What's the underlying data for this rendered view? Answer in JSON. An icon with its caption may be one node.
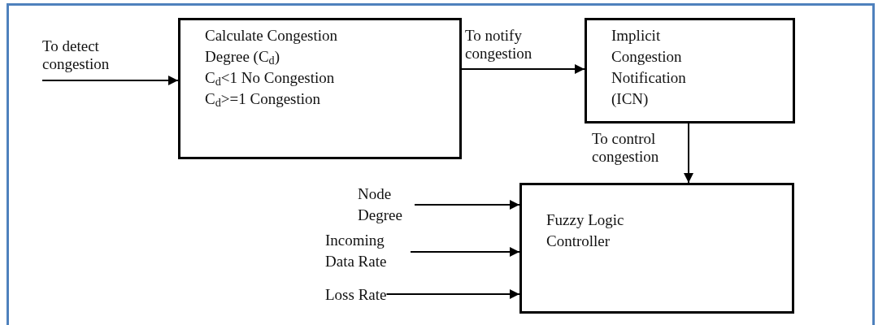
{
  "diagram": {
    "nodes": [
      {
        "text": [
          "Calculate Congestion Degree (C$_{d}$)",
          "C$_{d}$<1 No Congestion",
          "C$_{d}$>=1 Congestion"
        ]
      },
      {
        "text": [
          "Implicit Congestion Notification (ICN)"
        ]
      },
      {
        "text": [
          "Fuzzy Logic Controller"
        ]
      },
      {
        "text": [
          "Node Degree"
        ]
      },
      {
        "text": [
          "Incoming Data Rate"
        ]
      },
      {
        "text": [
          "Loss Rate"
        ]
      }
    ],
    "edges": [
      {
        "from": null,
        "to": 0,
        "arrow": "to",
        "label": "To detect congestion"
      },
      {
        "from": 0,
        "to": 1,
        "arrow": "to",
        "label": "To notify congestion"
      },
      {
        "from": 1,
        "to": 2,
        "arrow": "to",
        "label": "To control congestion"
      },
      {
        "from": 3,
        "to": 2,
        "arrow": "to"
      },
      {
        "from": 4,
        "to": 2,
        "arrow": "to"
      },
      {
        "from": 5,
        "to": 2,
        "arrow": "to"
      }
    ]
  }
}
